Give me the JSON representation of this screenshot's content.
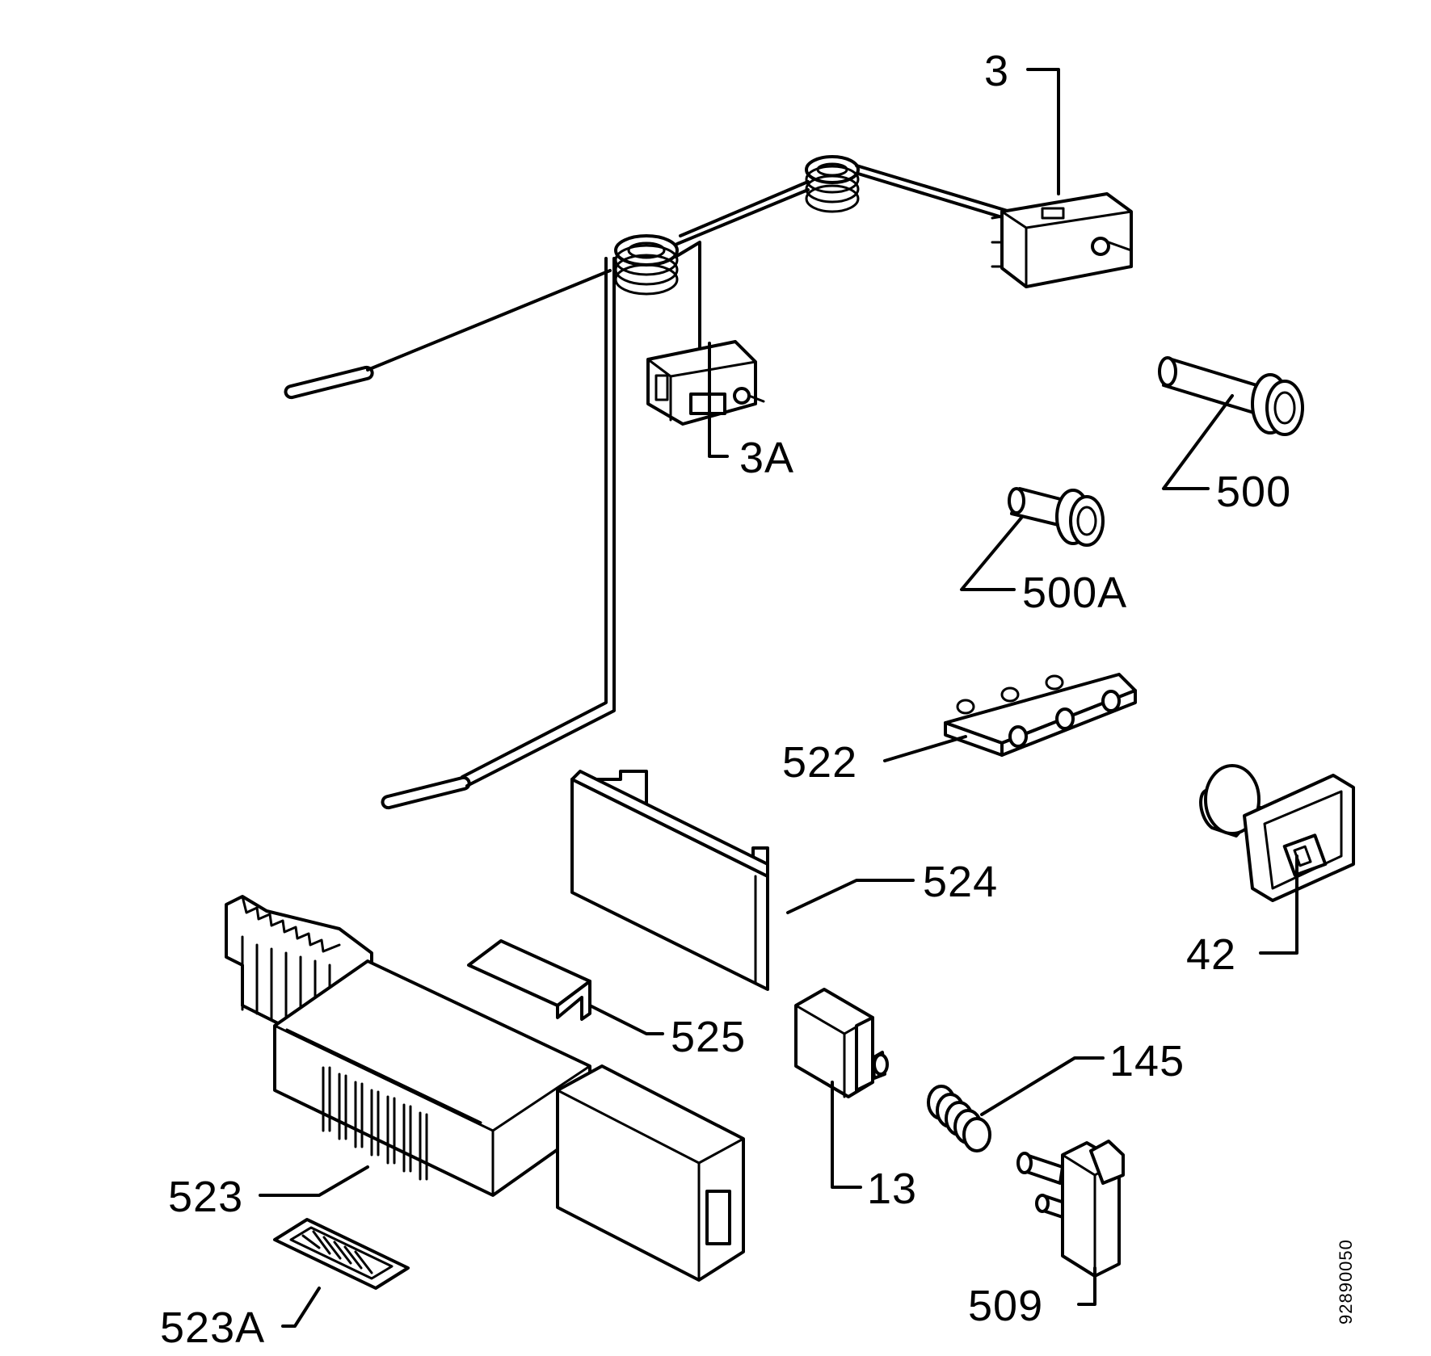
{
  "callouts": {
    "c3": "3",
    "c3a": "3A",
    "c500": "500",
    "c500a": "500A",
    "c522": "522",
    "c42": "42",
    "c524": "524",
    "c525": "525",
    "c145": "145",
    "c13": "13",
    "c523": "523",
    "c509": "509",
    "c523a": "523A"
  },
  "drawing_code": "92890050"
}
